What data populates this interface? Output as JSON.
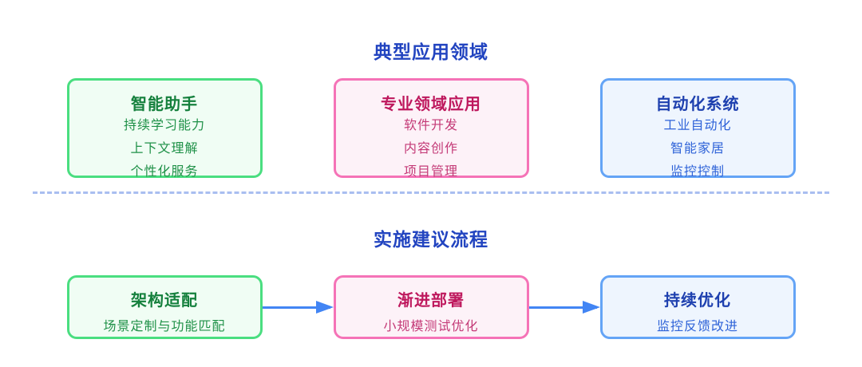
{
  "colors": {
    "title-color": "#2244c0",
    "divider-color": "#a9bef0",
    "arrow-color": "#4285f4",
    "green-border": "#4ade80",
    "green-bg": "#f0fdf4",
    "green-title": "#15803d",
    "green-text": "#1f9148",
    "pink-border": "#f573b7",
    "pink-bg": "#fdf2f8",
    "pink-title": "#be185d",
    "pink-text": "#c43a77",
    "blue-border": "#64a4f6",
    "blue-bg": "#eef5fe",
    "blue-title": "#1e40af",
    "blue-text": "#2f63d8"
  },
  "sections": [
    {
      "title": "典型应用领域",
      "cards": [
        {
          "title": "智能助手",
          "items": [
            "持续学习能力",
            "上下文理解",
            "个性化服务"
          ]
        },
        {
          "title": "专业领域应用",
          "items": [
            "软件开发",
            "内容创作",
            "项目管理"
          ]
        },
        {
          "title": "自动化系统",
          "items": [
            "工业自动化",
            "智能家居",
            "监控控制"
          ]
        }
      ]
    },
    {
      "title": "实施建议流程",
      "steps": [
        {
          "title": "架构适配",
          "subtitle": "场景定制与功能匹配"
        },
        {
          "title": "渐进部署",
          "subtitle": "小规模测试优化"
        },
        {
          "title": "持续优化",
          "subtitle": "监控反馈改进"
        }
      ]
    }
  ]
}
